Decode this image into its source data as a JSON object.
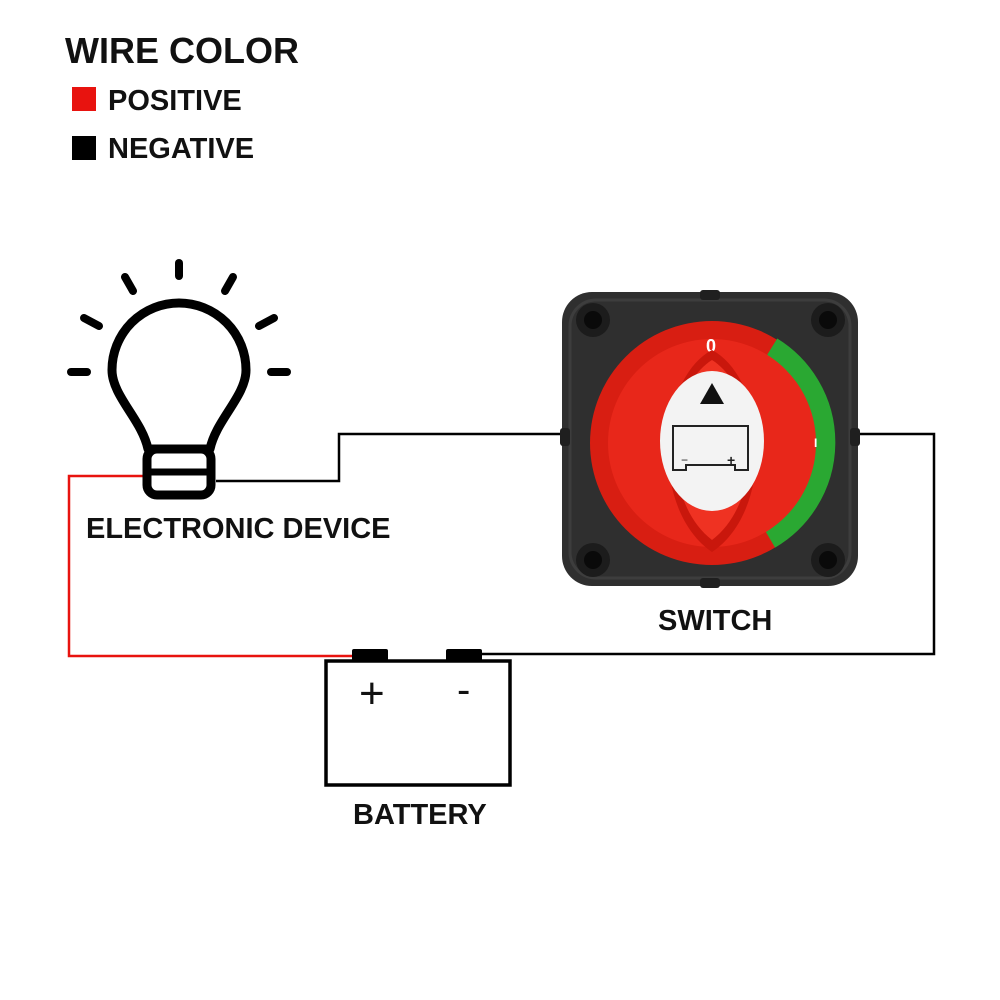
{
  "legend": {
    "title": "WIRE COLOR",
    "items": [
      {
        "label": "POSITIVE",
        "color": "#e8130f"
      },
      {
        "label": "NEGATIVE",
        "color": "#000000"
      }
    ]
  },
  "device": {
    "label": "ELECTRONIC DEVICE",
    "icon": "light-bulb-icon"
  },
  "switch": {
    "label": "SWITCH",
    "icon": "battery-disconnect-switch-icon",
    "dial_marks": {
      "off": "0",
      "on": "I"
    },
    "face_terminals": {
      "negative": "−",
      "positive": "+"
    }
  },
  "battery": {
    "label": "BATTERY",
    "icon": "battery-icon",
    "terminals": {
      "positive": "+",
      "negative": "-"
    }
  },
  "colors": {
    "positive_wire": "#e8130f",
    "negative_wire": "#000000",
    "switch_body": "#2f2f2f",
    "knob": "#e8271a",
    "knob_ring": "#d81e12",
    "on_arc": "#2aa832"
  }
}
